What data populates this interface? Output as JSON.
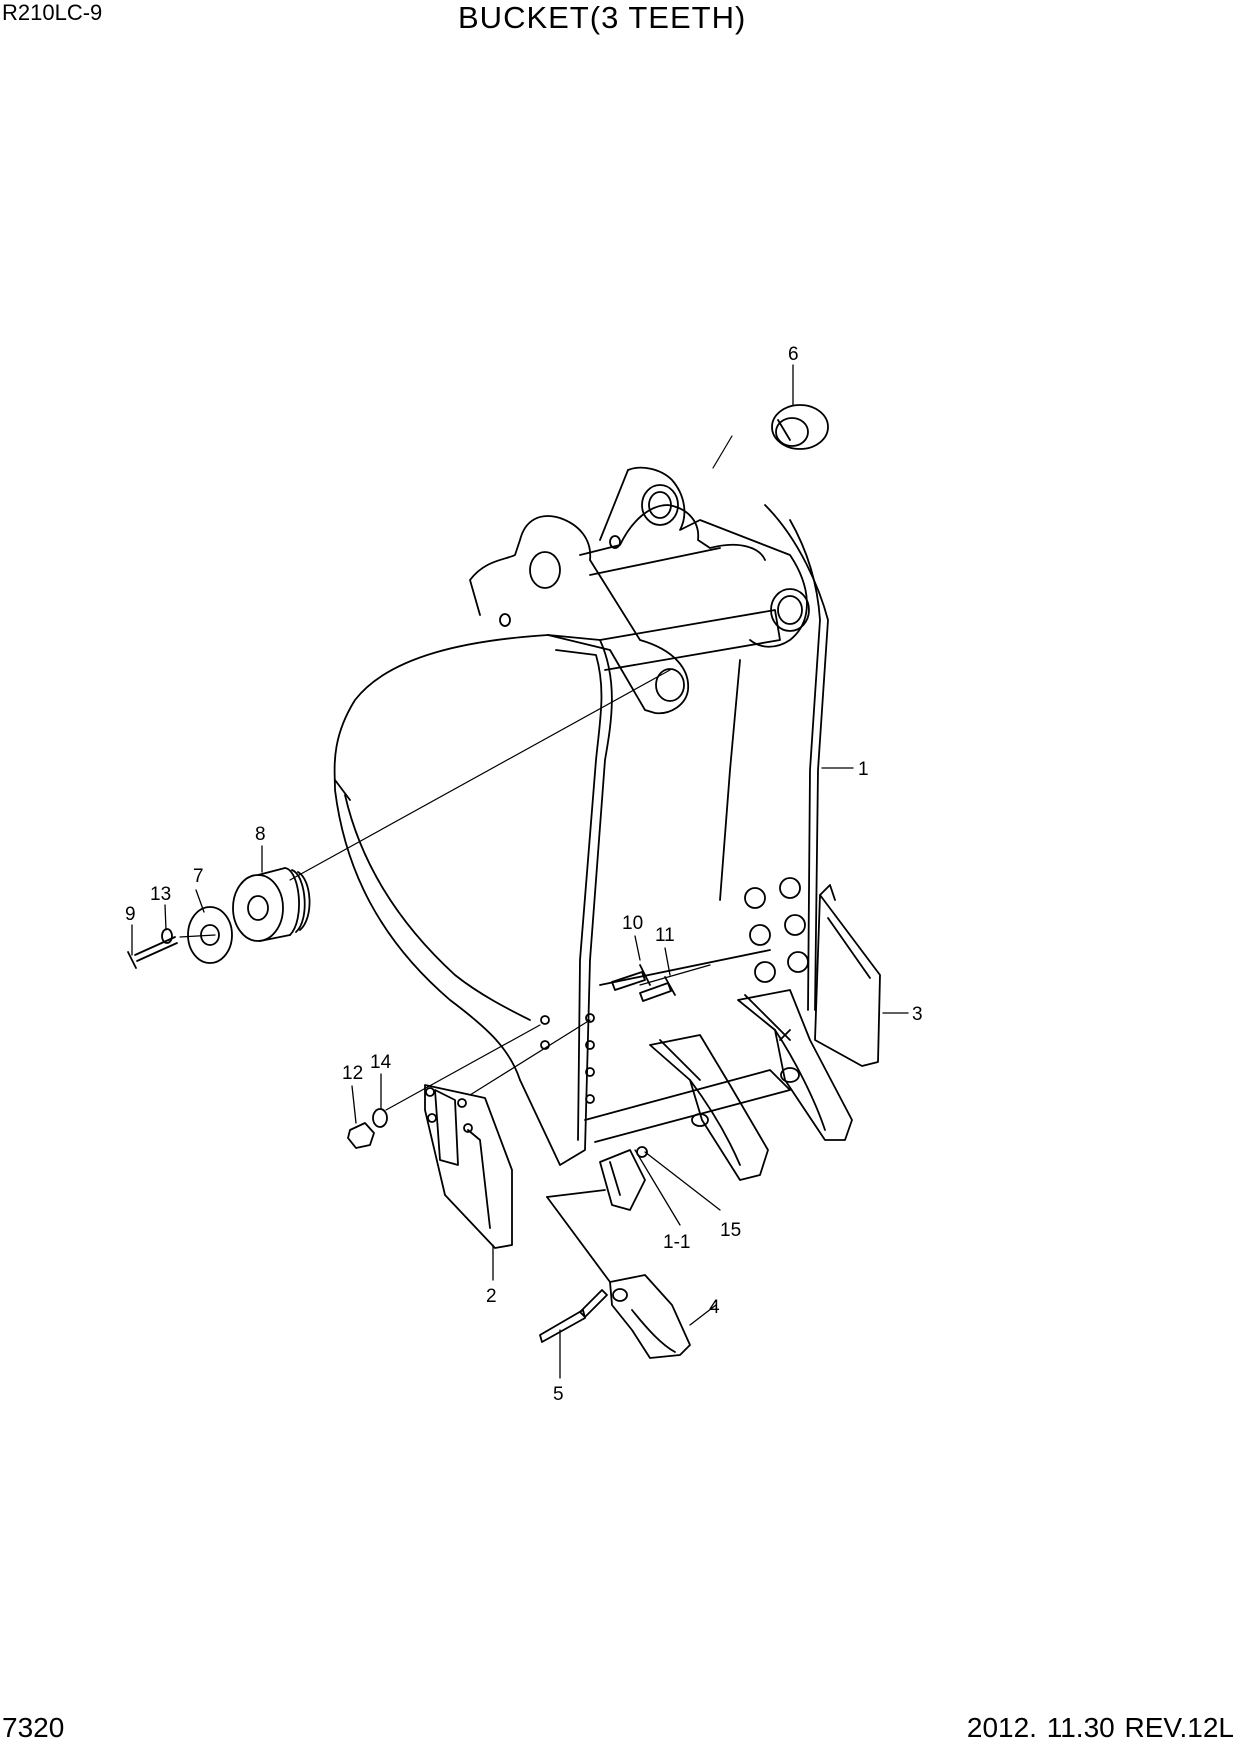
{
  "header": {
    "model": "R210LC-9",
    "title": "BUCKET(3 TEETH)"
  },
  "footer": {
    "page_number": "7320",
    "revision": "2012. 11.30  REV.12L"
  },
  "callouts": [
    {
      "id": "c1",
      "label": "1"
    },
    {
      "id": "c1-1",
      "label": "1-1"
    },
    {
      "id": "c2",
      "label": "2"
    },
    {
      "id": "c3",
      "label": "3"
    },
    {
      "id": "c4",
      "label": "4"
    },
    {
      "id": "c5",
      "label": "5"
    },
    {
      "id": "c6",
      "label": "6"
    },
    {
      "id": "c7",
      "label": "7"
    },
    {
      "id": "c8",
      "label": "8"
    },
    {
      "id": "c9",
      "label": "9"
    },
    {
      "id": "c10",
      "label": "10"
    },
    {
      "id": "c11",
      "label": "11"
    },
    {
      "id": "c12",
      "label": "12"
    },
    {
      "id": "c13",
      "label": "13"
    },
    {
      "id": "c14",
      "label": "14"
    },
    {
      "id": "c15",
      "label": "15"
    }
  ]
}
